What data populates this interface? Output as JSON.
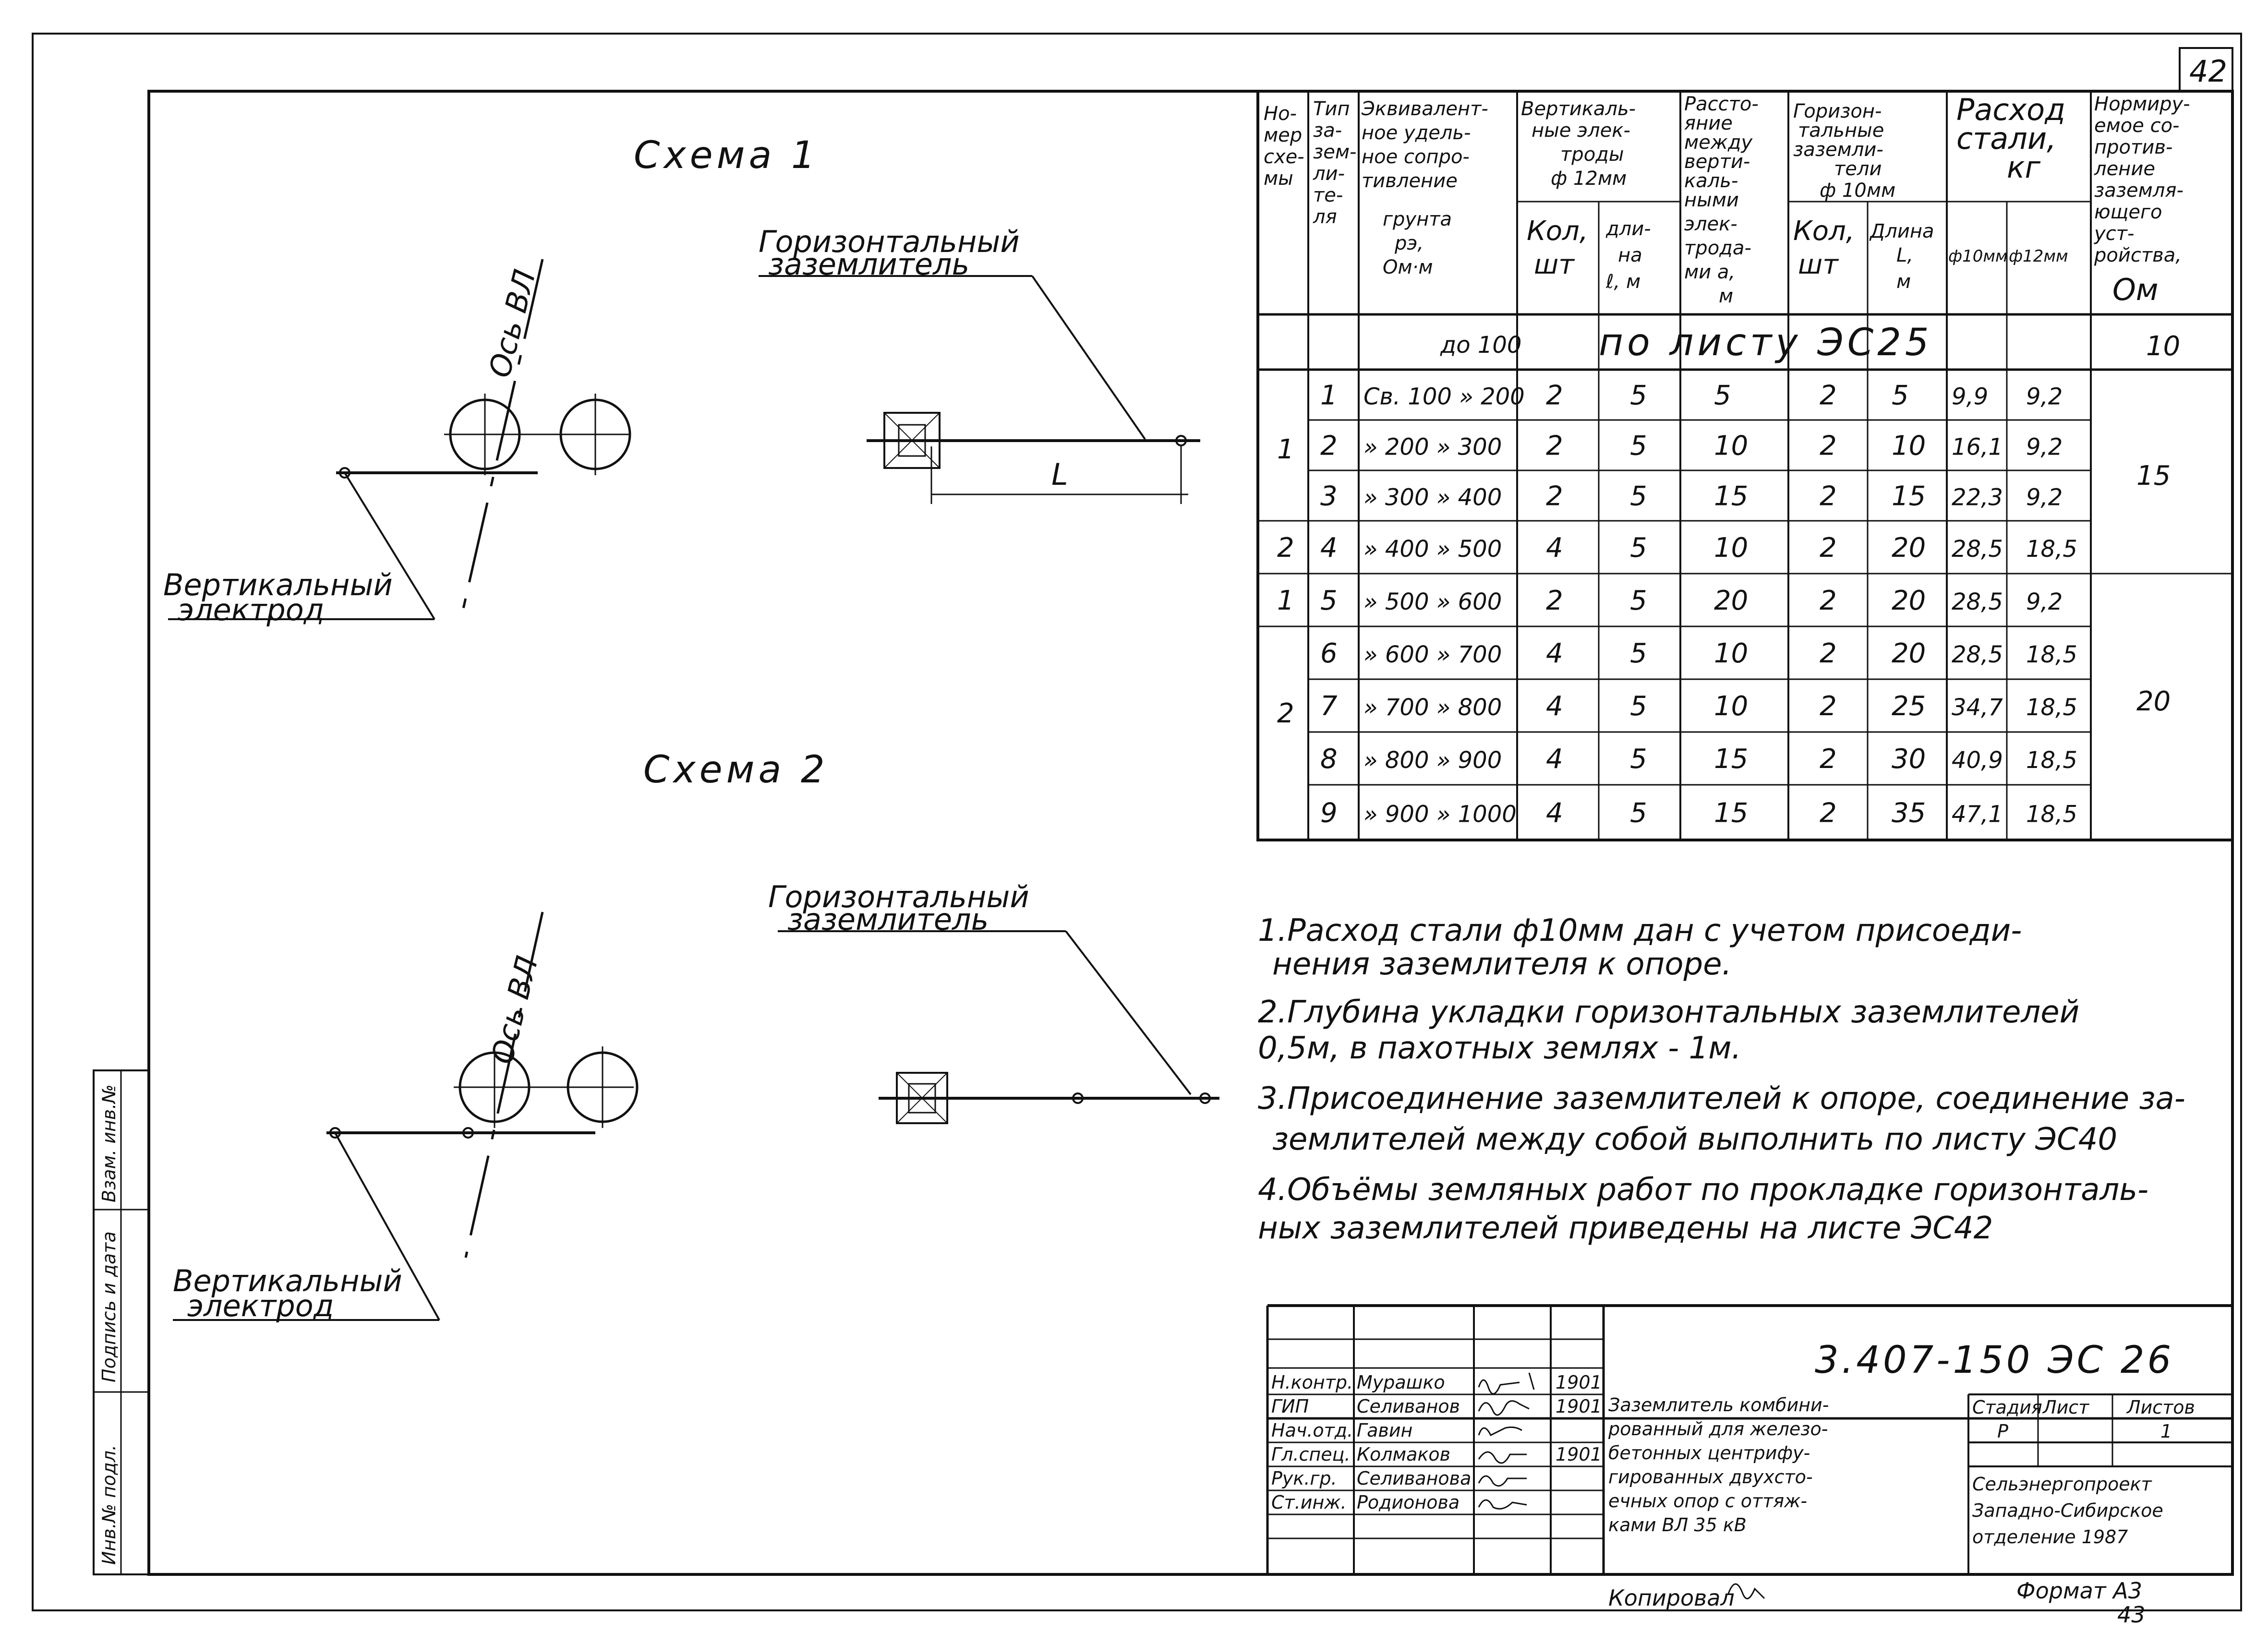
{
  "sheet_number": "42",
  "scheme1": {
    "title": "Схема 1",
    "label_horizontal": [
      "Горизонтальный",
      "заземлитель"
    ],
    "label_vertical": [
      "Вертикальный",
      "электрод"
    ],
    "axis": "Ось ВЛ",
    "dim_L": "L"
  },
  "scheme2": {
    "title": "Схема 2",
    "label_horizontal": [
      "Горизонтальный",
      "заземлитель"
    ],
    "label_vertical": [
      "Вертикальный",
      "электрод"
    ],
    "axis": "Ось ВЛ"
  },
  "table": {
    "headers": {
      "scheme_no": [
        "Но-",
        "мер",
        "схе-",
        "мы"
      ],
      "type": [
        "Тип",
        "за-",
        "зем-",
        "ли-",
        "те-",
        "ля"
      ],
      "resistivity": [
        "Эквивалент-",
        "ное удель-",
        "ное сопро-",
        "тивление",
        "грунта",
        "рэ,",
        "Ом·м"
      ],
      "vertical": [
        "Вертикаль-",
        "ные элек-",
        "троды",
        "ф 12мм"
      ],
      "vertical_count": [
        "Кол,",
        "шт"
      ],
      "vertical_length": [
        "дли-",
        "на",
        "ℓ, м"
      ],
      "distance": [
        "Рассто-",
        "яние",
        "между",
        "верти-",
        "каль-",
        "ными",
        "элек-",
        "трода-",
        "ми а,",
        "м"
      ],
      "horizontal": [
        "Горизон-",
        "тальные",
        "заземли-",
        "тели",
        "ф 10мм"
      ],
      "horizontal_count": [
        "Кол,",
        "шт"
      ],
      "horizontal_length": [
        "Длина",
        "L,",
        "м"
      ],
      "steel": [
        "Расход",
        "стали,",
        "кг"
      ],
      "steel_10": "ф10мм",
      "steel_12": "ф12мм",
      "norm": [
        "Нормиру-",
        "емое со-",
        "против-",
        "ление",
        "заземля-",
        "ющего",
        "уст-",
        "ройства,",
        "Ом"
      ]
    },
    "first_row": {
      "rho": "до 100",
      "note": "по листу ЭС25",
      "norm": "10"
    },
    "rows": [
      {
        "type": "1",
        "rho": "Св. 100 » 200",
        "vn": "2",
        "vl": "5",
        "a": "5",
        "hn": "2",
        "hl": "5",
        "s10": "9,9",
        "s12": "9,2"
      },
      {
        "type": "2",
        "rho": "» 200 » 300",
        "vn": "2",
        "vl": "5",
        "a": "10",
        "hn": "2",
        "hl": "10",
        "s10": "16,1",
        "s12": "9,2"
      },
      {
        "type": "3",
        "rho": "» 300 » 400",
        "vn": "2",
        "vl": "5",
        "a": "15",
        "hn": "2",
        "hl": "15",
        "s10": "22,3",
        "s12": "9,2"
      },
      {
        "type": "4",
        "rho": "» 400 » 500",
        "vn": "4",
        "vl": "5",
        "a": "10",
        "hn": "2",
        "hl": "20",
        "s10": "28,5",
        "s12": "18,5"
      },
      {
        "type": "5",
        "rho": "» 500 » 600",
        "vn": "2",
        "vl": "5",
        "a": "20",
        "hn": "2",
        "hl": "20",
        "s10": "28,5",
        "s12": "9,2"
      },
      {
        "type": "6",
        "rho": "» 600 » 700",
        "vn": "4",
        "vl": "5",
        "a": "10",
        "hn": "2",
        "hl": "20",
        "s10": "28,5",
        "s12": "18,5"
      },
      {
        "type": "7",
        "rho": "» 700 » 800",
        "vn": "4",
        "vl": "5",
        "a": "10",
        "hn": "2",
        "hl": "25",
        "s10": "34,7",
        "s12": "18,5"
      },
      {
        "type": "8",
        "rho": "» 800 » 900",
        "vn": "4",
        "vl": "5",
        "a": "15",
        "hn": "2",
        "hl": "30",
        "s10": "40,9",
        "s12": "18,5"
      },
      {
        "type": "9",
        "rho": "» 900 » 1000",
        "vn": "4",
        "vl": "5",
        "a": "15",
        "hn": "2",
        "hl": "35",
        "s10": "47,1",
        "s12": "18,5"
      }
    ],
    "scheme_groups": [
      "1",
      "2",
      "1",
      "2"
    ],
    "norm_groups": [
      "15",
      "20"
    ]
  },
  "notes": [
    "1.Расход стали ф10мм дан с учетом присоеди-",
    "нения заземлителя к опоре.",
    "2.Глубина укладки горизонтальных заземлителей",
    "0,5м, в пахотных землях - 1м.",
    "3.Присоединение заземлителей к опоре, соединение за-",
    "землителей между собой выполнить по листу ЭС40",
    "4.Объёмы земляных работ по прокладке горизонталь-",
    "ных заземлителей приведены на листе ЭС42"
  ],
  "title_block": {
    "code": "3.407-150 ЭС 26",
    "roles": [
      "Н.контр.",
      "ГИП",
      "Нач.отд.",
      "Гл.спец.",
      "Рук.гр.",
      "Ст.инж."
    ],
    "names": [
      "Мурашко",
      "Селиванов",
      "Гавин",
      "Колмаков",
      "Селиванова",
      "Родионова"
    ],
    "dates": [
      "1901",
      "1901",
      "",
      "1901",
      "",
      ""
    ],
    "title_lines": [
      "Заземлитель комбини-",
      "рованный для железо-",
      "бетонных центрифу-",
      "гированных двухсто-",
      "ечных опор с оттяж-",
      "ками ВЛ 35 кВ"
    ],
    "stage_label": "Стадия",
    "sheet_label": "Лист",
    "sheets_label": "Листов",
    "stage": "Р",
    "sheets": "1",
    "org": [
      "Сельэнергопроект",
      "Западно-Сибирское",
      "отделение   1987"
    ]
  },
  "side_stamp": [
    "Инв.№ подл.",
    "Подпись и дата",
    "Взам. инв.№"
  ],
  "bottom": {
    "copied": "Копировал",
    "format": "Формат А3",
    "page": "43"
  }
}
